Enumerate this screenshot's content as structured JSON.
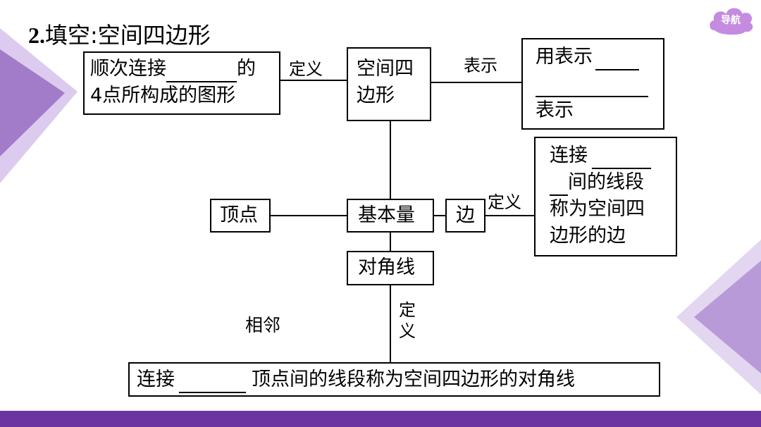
{
  "title": {
    "number": "2.",
    "text": "填空:空间四边形"
  },
  "nav": {
    "label": "导航"
  },
  "boxes": {
    "definition_line1_a": "顺次连接",
    "definition_line1_b": "的",
    "definition_line2": "4点所构成的图形",
    "center_line1": "空间四",
    "center_line2": "边形",
    "notation_line1": "用表示",
    "notation_line3": "表示",
    "vertex": "顶点",
    "basic": "基本量",
    "edge": "边",
    "edge_def_line1": "连接",
    "edge_def_line2": "间的线段",
    "edge_def_line3": "称为空间四",
    "edge_def_line4": "边形的边",
    "diagonal": "对角线",
    "diag_def_a": "连接",
    "diag_def_b": "顶点间的线段称为空间四边形的对角线"
  },
  "labels": {
    "define_top": "定义",
    "represent": "表示",
    "define_edge": "定义",
    "define_diag_1": "定",
    "define_diag_2": "义",
    "adjacent": "相邻"
  },
  "colors": {
    "accent": "#6b34a0",
    "decor": "#b08fd0",
    "decor_light": "#dccbee",
    "nav_bg": "#c58be0"
  }
}
